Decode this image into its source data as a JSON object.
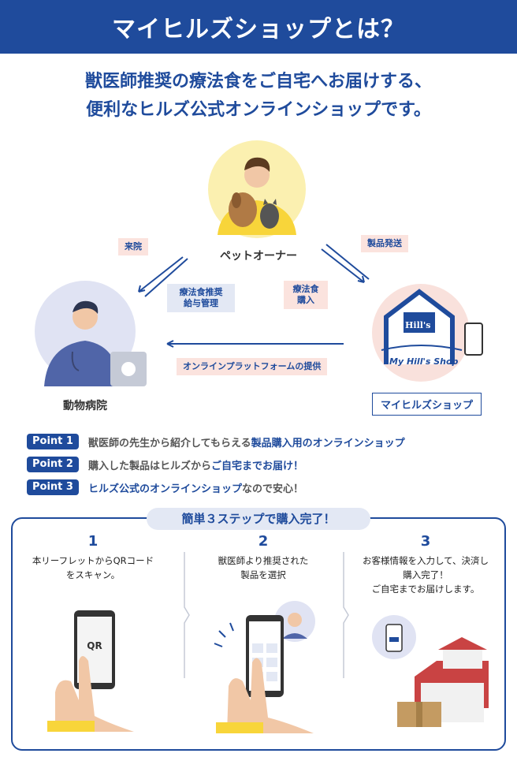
{
  "header": {
    "title": "マイヒルズショップとは？"
  },
  "lead": {
    "line1": "獣医師推奨の療法食をご自宅へお届けする、",
    "line2": "便利なヒルズ公式オンラインショップです。"
  },
  "diagram": {
    "owner_label": "ペットオーナー",
    "hospital_label": "動物病院",
    "shop_label": "マイヒルズショップ",
    "tag_visit": "来院",
    "tag_ship": "製品発送",
    "tag_recommend": "療法食推奨\n給与管理",
    "tag_purchase": "療法食\n購入",
    "tag_platform": "オンラインプラットフォームの提供",
    "shop_logo": "Hill's",
    "shop_script": "My Hill's Shop"
  },
  "points": [
    {
      "badge": "Point 1",
      "pre": "獣医師の先生から紹介してもらえる",
      "hl": "製品購入用のオンラインショップ",
      "post": ""
    },
    {
      "badge": "Point 2",
      "pre": "購入した製品はヒルズから",
      "hl": "ご自宅までお届け！",
      "post": ""
    },
    {
      "badge": "Point 3",
      "pre": "",
      "hl": "ヒルズ公式のオンラインショップ",
      "post": "なので安心！"
    }
  ],
  "steps": {
    "title": "簡単３ステップで購入完了！",
    "items": [
      {
        "num": "1",
        "text": "本リーフレットからQRコード\nをスキャン。",
        "screen_text": "QR"
      },
      {
        "num": "2",
        "text": "獣医師より推奨された\n製品を選択"
      },
      {
        "num": "3",
        "text": "お客様情報を入力して、決済し\n購入完了！\nご自宅までお届けします。"
      }
    ]
  }
}
